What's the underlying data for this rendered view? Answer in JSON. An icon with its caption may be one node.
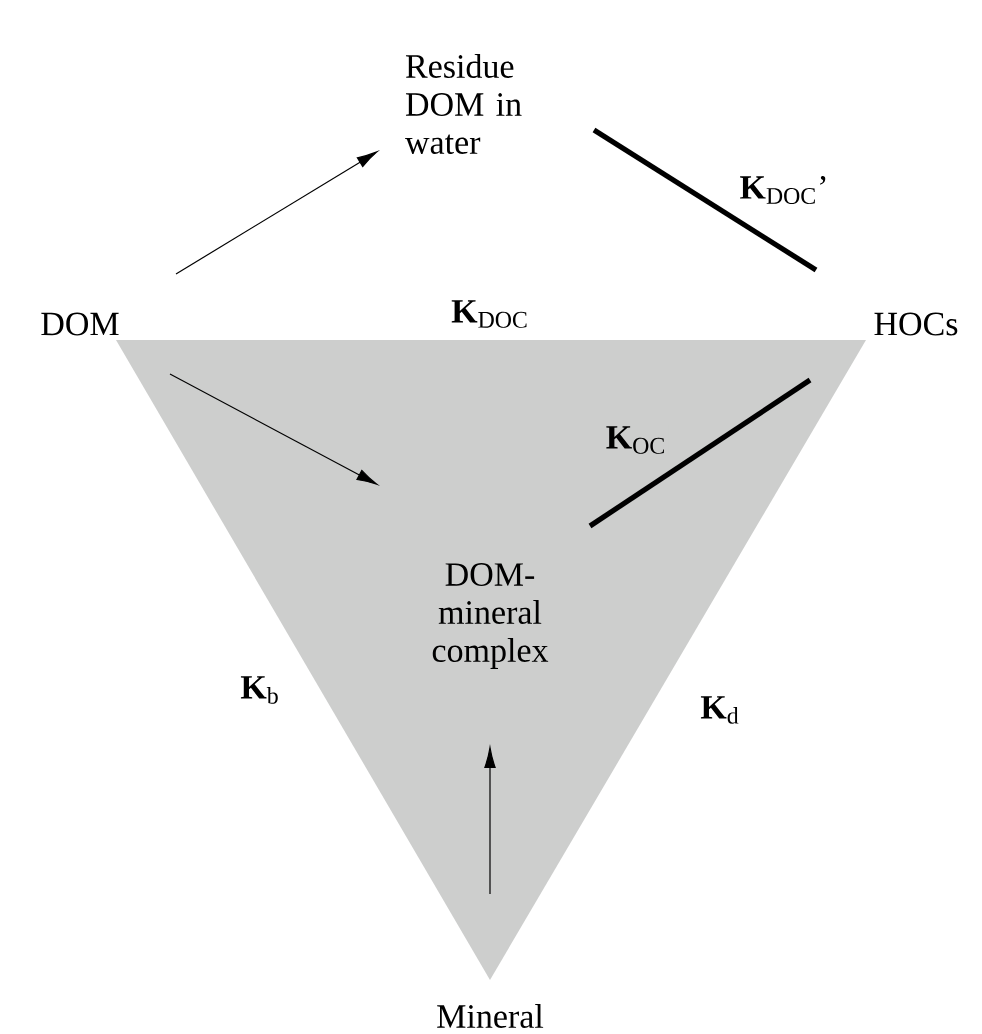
{
  "diagram": {
    "nodes": [
      {
        "text": [
          "Residue DOM in water"
        ]
      },
      {
        "text": [
          "DOM"
        ]
      },
      {
        "text": [
          "HOCs"
        ]
      },
      {
        "text": [
          "DOM-mineral complex"
        ]
      },
      {
        "text": [
          "Mineral"
        ]
      }
    ],
    "edges": [
      {
        "from": 1,
        "to": 0,
        "arrow": "to"
      },
      {
        "from": 0,
        "to": 2,
        "arrow": "none",
        "style": "thick",
        "label": "**K**$_{DOC}$’"
      },
      {
        "from": 1,
        "to": 3,
        "arrow": "to"
      },
      {
        "from": 2,
        "to": 3,
        "arrow": "none",
        "style": "thick",
        "label": "**K**$_{OC}$"
      },
      {
        "from": 4,
        "to": 3,
        "arrow": "to"
      }
    ],
    "labels": [
      "**K**$_{DOC}$",
      "**K**$_{b}$",
      "**K**$_{d}$"
    ]
  }
}
